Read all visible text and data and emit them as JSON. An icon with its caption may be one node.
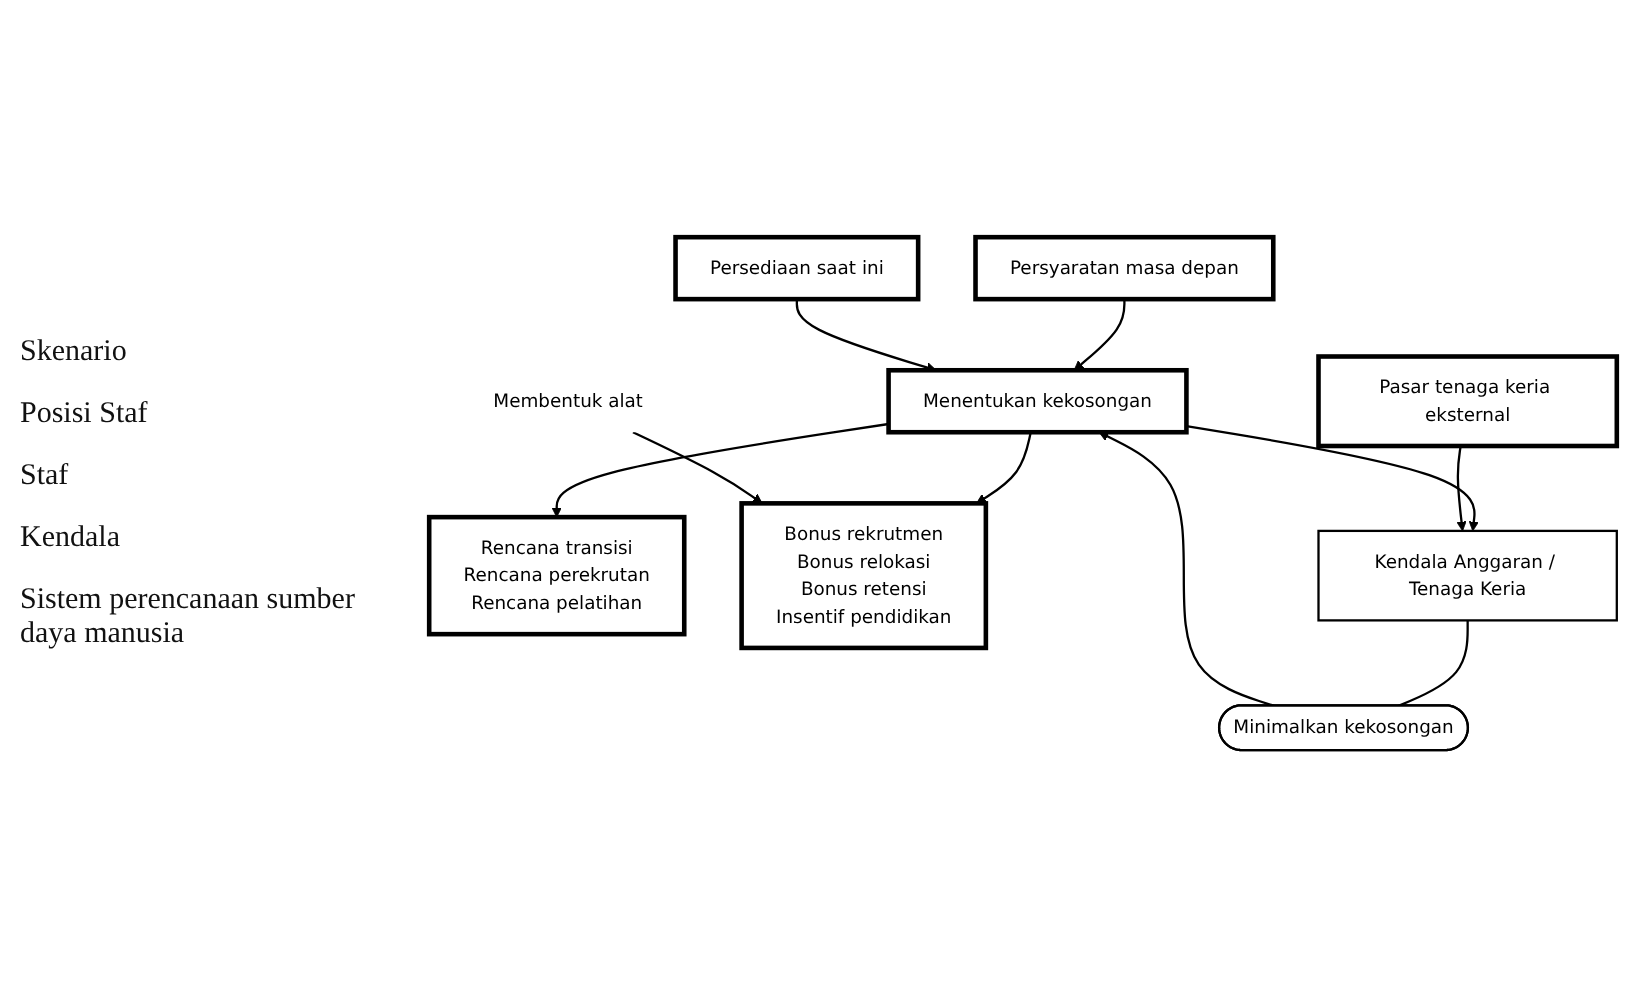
{
  "diagram": {
    "nodes": [
      {
        "text": [
          "Persyaratan masa depan"
        ]
      },
      {
        "text": [
          "Menentukan kekosongan"
        ]
      },
      {
        "text": [
          "Minimalkan kekosongan"
        ]
      },
      {
        "text": [
          "Persediaan saat ini"
        ]
      },
      {
        "text": [
          "Rencana transisi",
          "Rencana perekrutan",
          "Rencana pelatihan"
        ]
      },
      {
        "text": [
          "Pasar tenaga keria eksternal"
        ]
      },
      {
        "text": [
          "Bonus rekrutmen",
          "Bonus relokasi",
          "Bonus retensi",
          "Insentif pendidikan"
        ]
      },
      {
        "text": [
          "Kendala Anggaran / Tenaga Keria"
        ]
      },
      {
        "text": [
          "Membentuk alat"
        ]
      }
    ],
    "edges": [
      {
        "from": 0,
        "to": 1,
        "arrow": "to"
      },
      {
        "from": 3,
        "to": 1,
        "arrow": "to"
      },
      {
        "from": 2,
        "to": 1,
        "arrow": "to"
      },
      {
        "from": 1,
        "to": 4,
        "arrow": "to"
      },
      {
        "from": 1,
        "to": 6,
        "arrow": "to"
      },
      {
        "from": 1,
        "to": 7,
        "arrow": "to"
      },
      {
        "from": 5,
        "to": 7,
        "arrow": "to"
      },
      {
        "from": 7,
        "to": 2,
        "arrow": "none"
      },
      {
        "from": 8,
        "to": 6,
        "arrow": "to"
      }
    ],
    "labels": [
      "Skenario",
      "Posisi Staf",
      "Staf",
      "Kendala",
      "Sistem perencanaan sumber daya manusia"
    ]
  }
}
